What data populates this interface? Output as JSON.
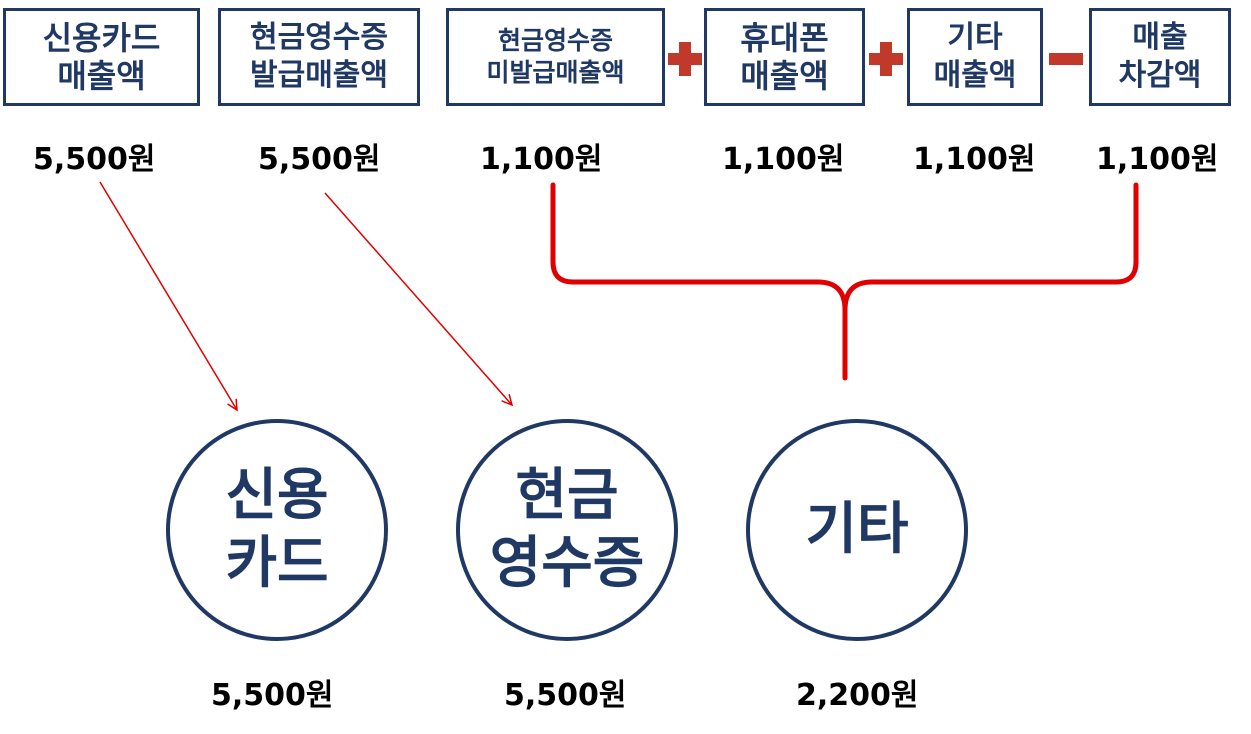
{
  "colors": {
    "navy": "#1f3864",
    "red": "#e00000",
    "op_red": "#c0392b"
  },
  "top_boxes": [
    {
      "label": "신용카드\n매출액",
      "amount": "5,500원"
    },
    {
      "label": "현금영수증\n발급매출액",
      "amount": "5,500원"
    },
    {
      "label": "현금영수증\n미발급매출액",
      "amount": "1,100원"
    },
    {
      "label": "휴대폰\n매출액",
      "amount": "1,100원"
    },
    {
      "label": "기타\n매출액",
      "amount": "1,100원"
    },
    {
      "label": "매출\n차감액",
      "amount": "1,100원"
    }
  ],
  "operators": [
    "plus",
    "plus",
    "minus"
  ],
  "circles": [
    {
      "label": "신용\n카드",
      "amount": "5,500원"
    },
    {
      "label": "현금\n영수증",
      "amount": "5,500원"
    },
    {
      "label": "기타",
      "amount": "2,200원"
    }
  ]
}
